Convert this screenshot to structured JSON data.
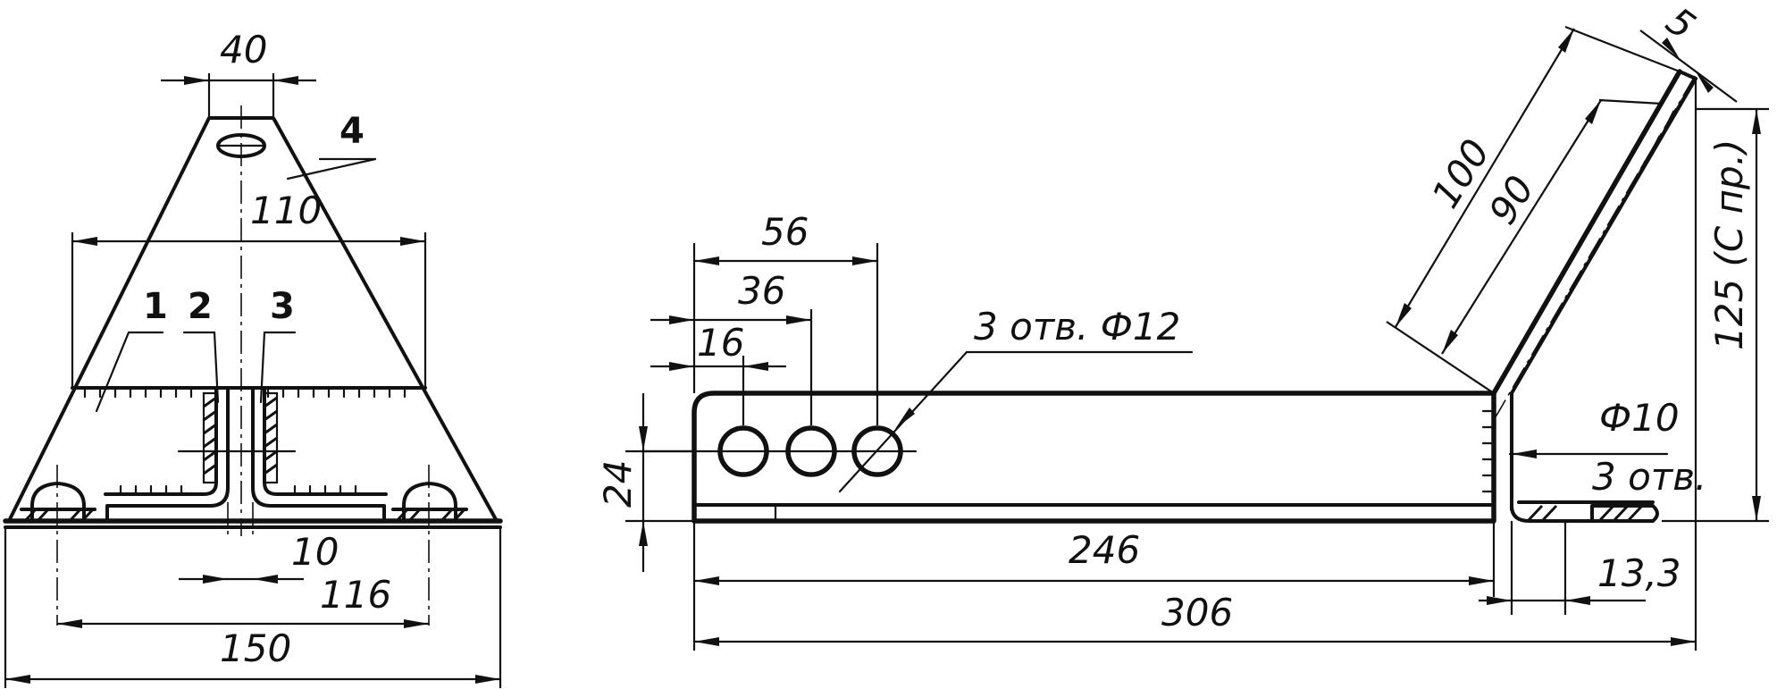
{
  "front_view": {
    "top_width": "40",
    "mid_width": "110",
    "gap_width": "10",
    "hole_spacing": "116",
    "base_width": "150",
    "labels": [
      "1",
      "2",
      "3",
      "4"
    ]
  },
  "side_view": {
    "hole_dist_1": "56",
    "hole_dist_2": "36",
    "hole_dist_3": "16",
    "hole_note": "3 отв. Ф12",
    "height": "24",
    "length_246": "246",
    "length_306": "306",
    "offset_13_3": "13,3",
    "small_hole_diameter": "Ф10",
    "small_hole_note": "3 отв.",
    "arm_length_100": "100",
    "arm_length_90": "90",
    "arm_thickness": "5",
    "total_height": "125 (С пр.)"
  }
}
